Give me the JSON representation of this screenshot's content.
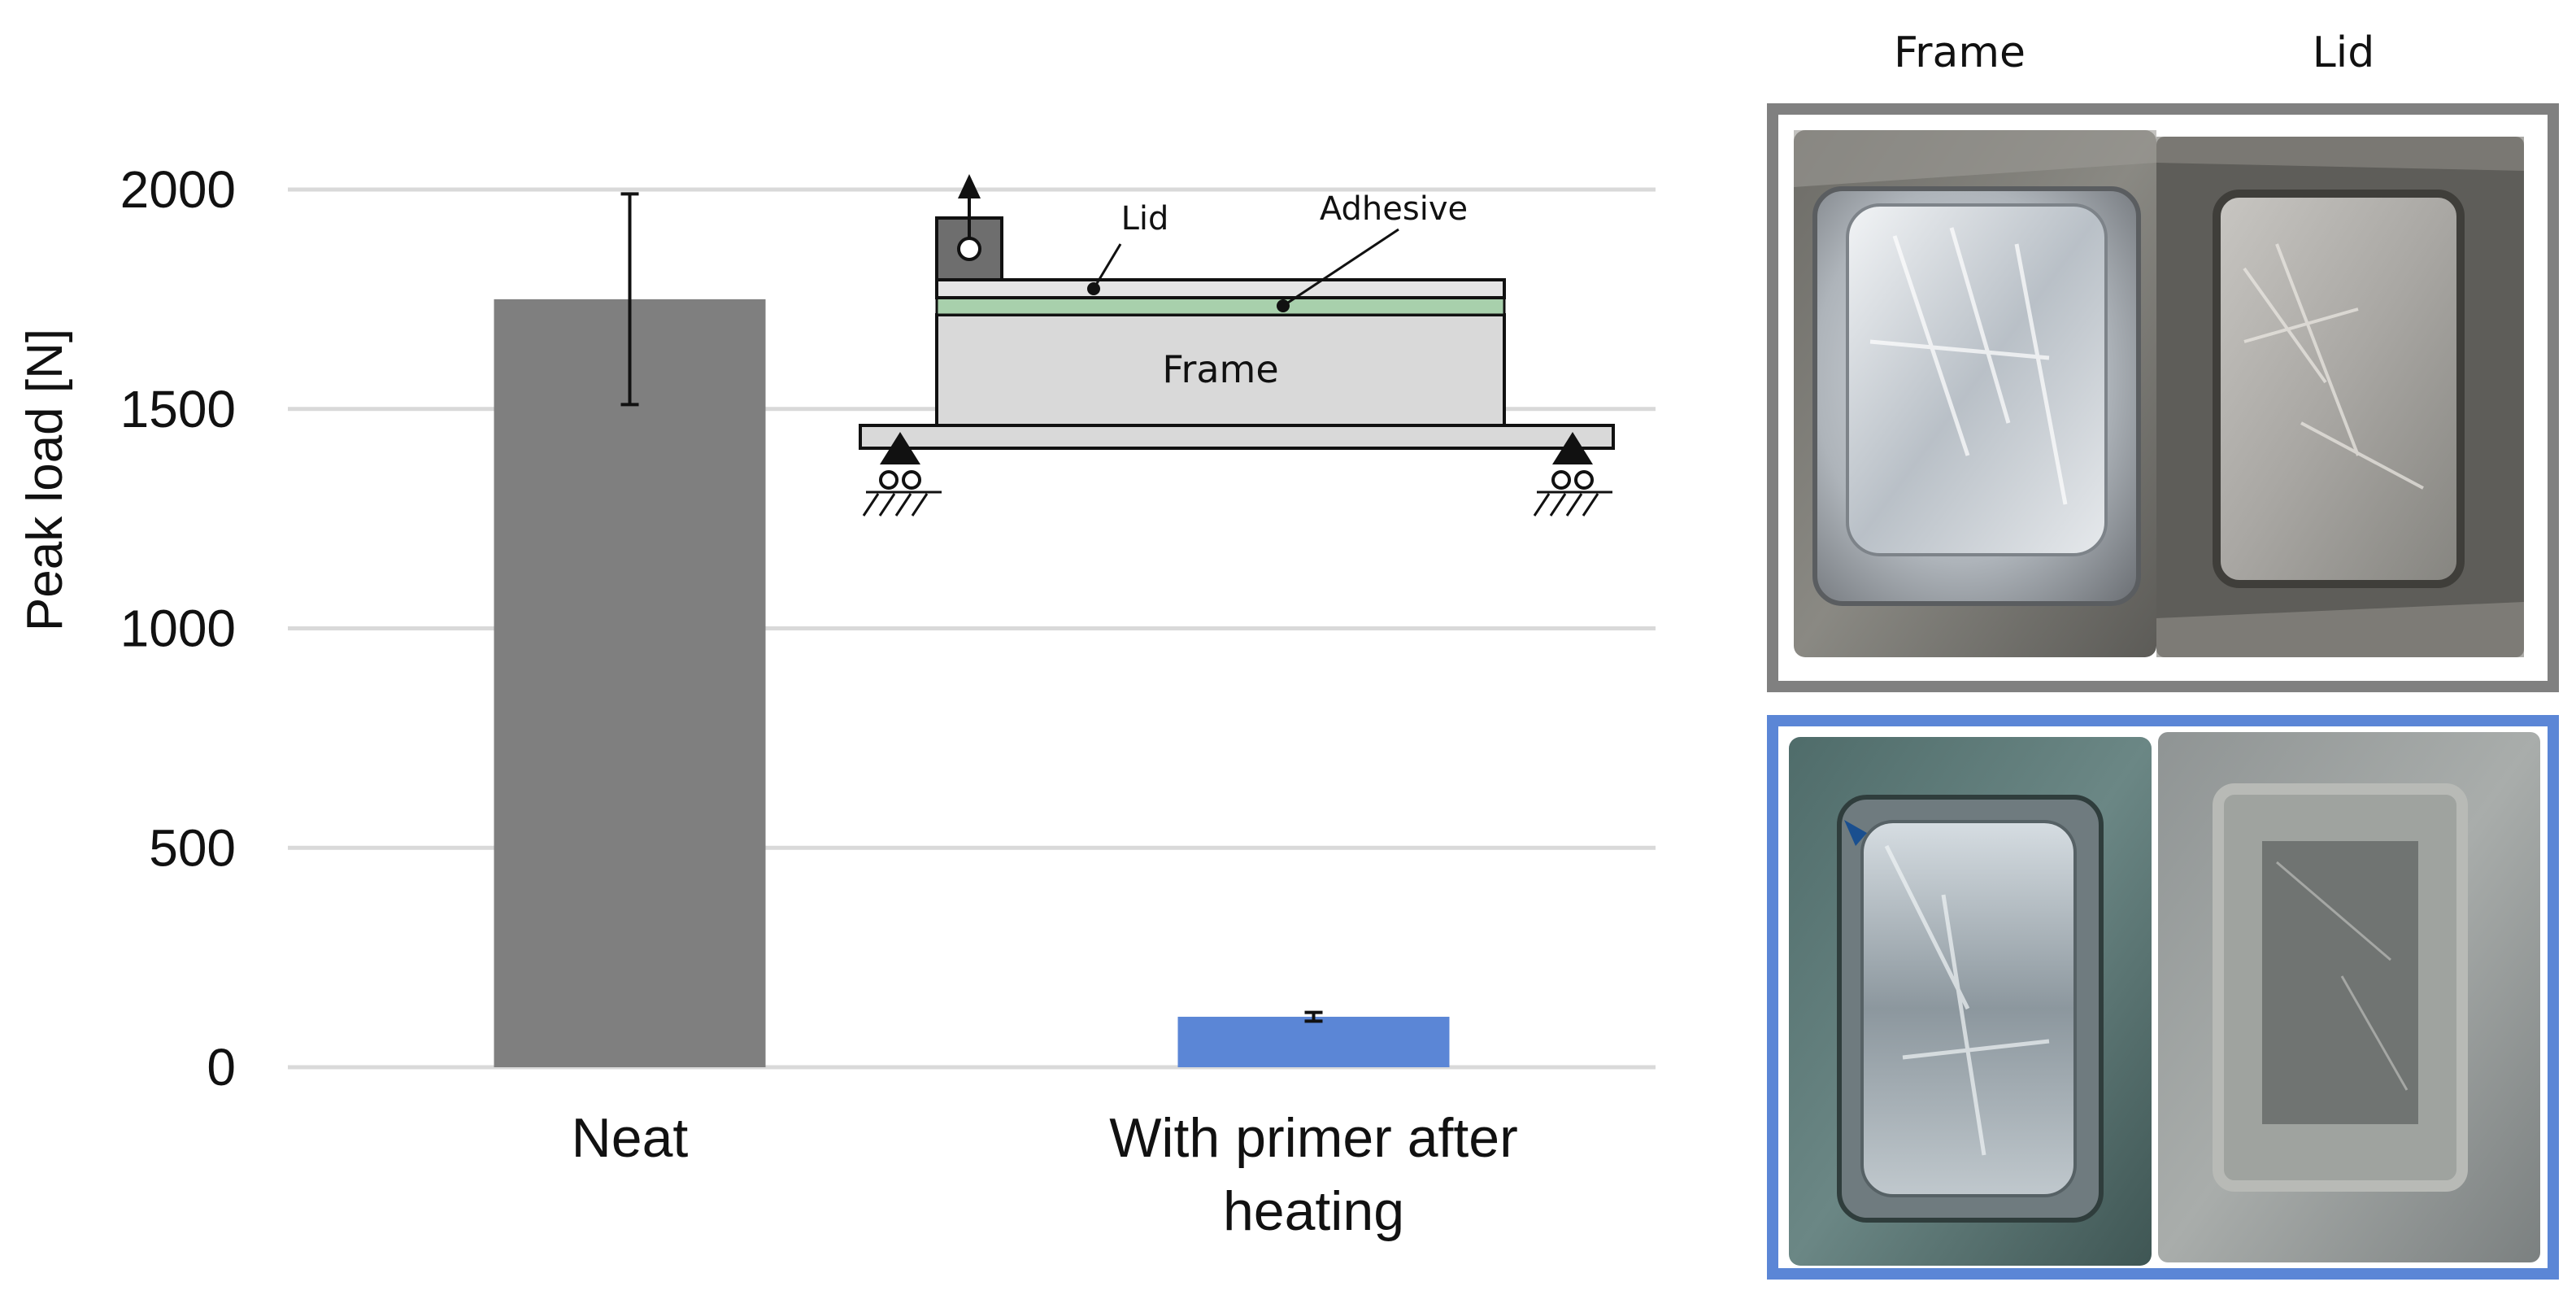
{
  "chart_data": {
    "type": "bar",
    "categories": [
      "Neat",
      "With primer after heating"
    ],
    "category_lines": [
      [
        "Neat"
      ],
      [
        "With primer after",
        "heating"
      ]
    ],
    "values": [
      1750,
      115
    ],
    "error": [
      240,
      10
    ],
    "ylabel": "Peak load [N]",
    "xlabel": "",
    "ylim": [
      0,
      2000
    ],
    "yticks": [
      "0",
      "500",
      "1000",
      "1500",
      "2000"
    ],
    "grid": true,
    "bar_colors": [
      "#7f7f7f",
      "#5b86d6"
    ]
  },
  "schematic": {
    "lid_label": "Lid",
    "adhesive_label": "Adhesive",
    "frame_label": "Frame"
  },
  "photos": {
    "col_frame": "Frame",
    "col_lid": "Lid",
    "border_colors": [
      "#808080",
      "#5b86d6"
    ]
  }
}
